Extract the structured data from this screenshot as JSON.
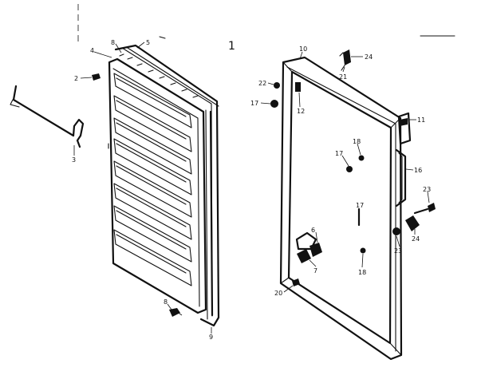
{
  "diagram": {
    "section_number": "1",
    "callouts": {
      "p8": "8",
      "p4": "4",
      "p5": "5",
      "p2": "2",
      "p3": "3",
      "p8b": "8",
      "p9": "9",
      "p10": "10",
      "p22": "22",
      "p12": "12",
      "p17a": "17",
      "p21": "21",
      "p24a": "24",
      "p11": "11",
      "p18a": "18",
      "p17b": "17",
      "p16": "16",
      "p23a": "23",
      "p17c": "17",
      "p6": "6",
      "p7": "7",
      "p18b": "18",
      "p20": "20",
      "p23b": "23",
      "p24b": "24"
    }
  }
}
